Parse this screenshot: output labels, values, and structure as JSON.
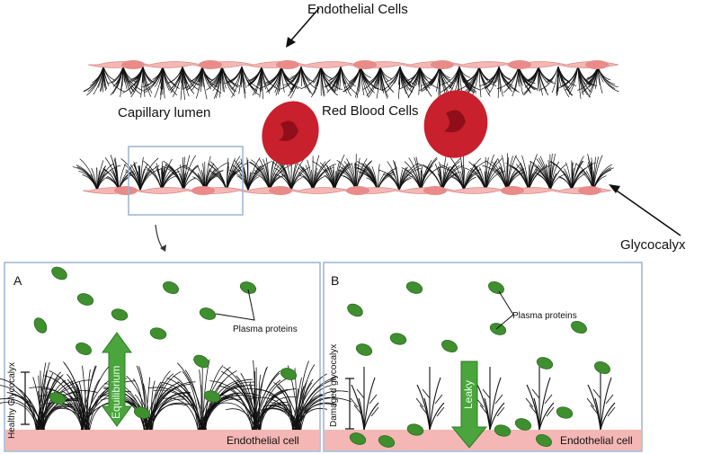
{
  "top": {
    "endothelial_label": "Endothelial Cells",
    "lumen_label": "Capillary lumen",
    "rbc_label": "Red Blood Cells",
    "glycocalyx_label": "Glycocalyx"
  },
  "panel_a": {
    "letter": "A",
    "plasma_label": "Plasma proteins",
    "healthy_label": "Healthy Glycocalyx",
    "equilibrium_label": "Equilibrium",
    "cell_label": "Endothelial cell"
  },
  "panel_b": {
    "letter": "B",
    "plasma_label": "Plasma proteins",
    "damaged_label": "Damaged glycocalyx",
    "leaky_label": "Leaky",
    "cell_label": "Endothelial cell"
  },
  "colors": {
    "endothelium": "#f4b7b5",
    "nucleus": "#e98b88",
    "rbc": "#c8202c",
    "protein": "#3f8f2f",
    "arrow": "#4aa53c",
    "panel_border": "#9db4d4"
  }
}
